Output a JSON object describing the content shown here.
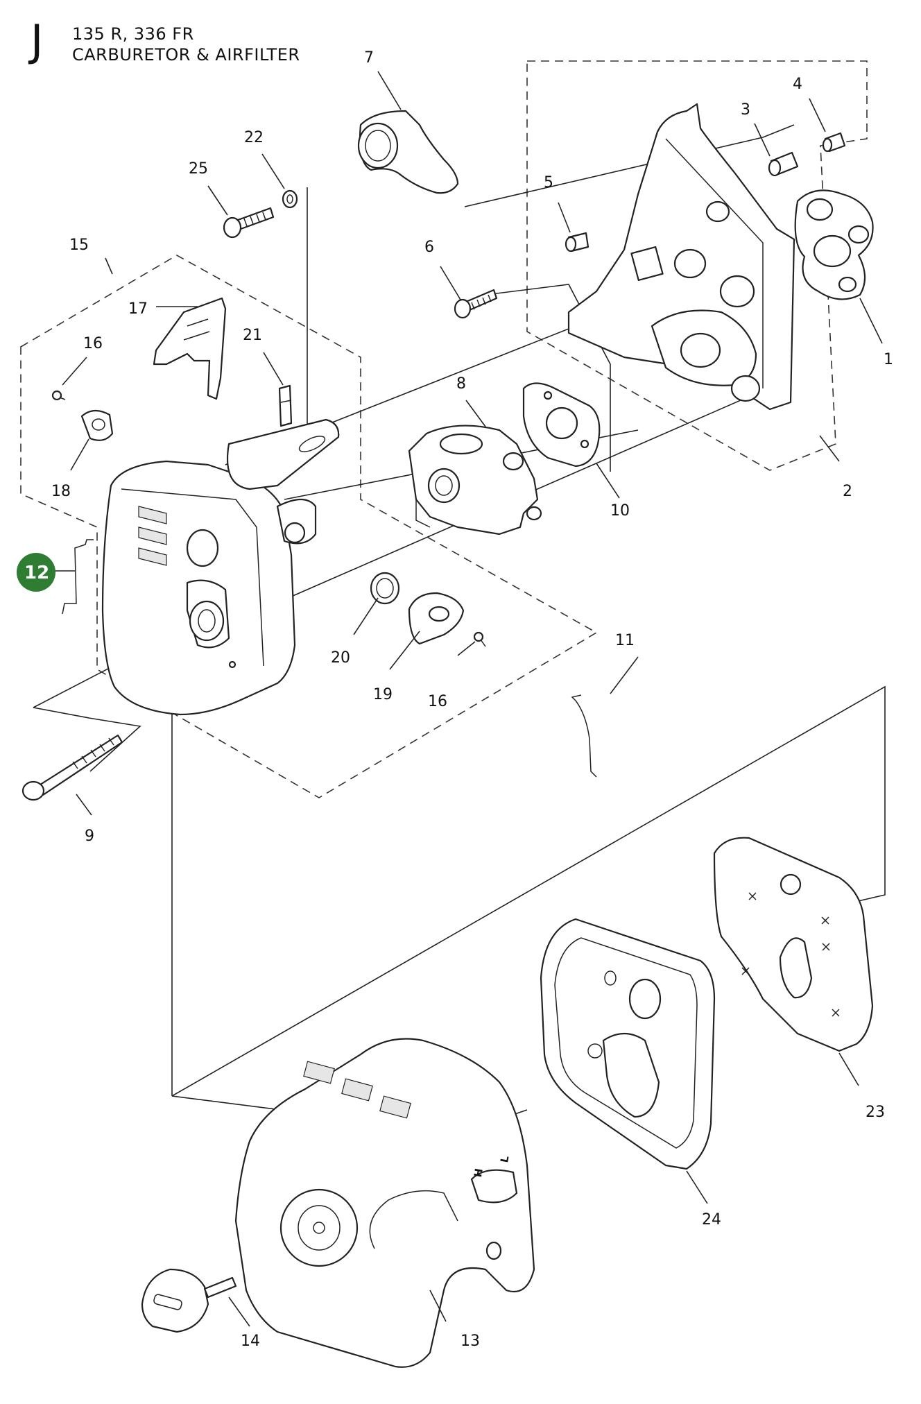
{
  "section_letter": "J",
  "model": "135 R, 336 FR",
  "title": "CARBURETOR & AIRFILTER",
  "highlight_color": "#2e7d32",
  "highlighted_callout": "12",
  "parts": [
    "1",
    "2",
    "3",
    "4",
    "5",
    "6",
    "7",
    "8",
    "9",
    "10",
    "11",
    "12",
    "13",
    "14",
    "15",
    "16",
    "16",
    "17",
    "18",
    "19",
    "20",
    "21",
    "22",
    "23",
    "24",
    "25"
  ],
  "cover_adjust_marks": [
    "H",
    "L"
  ]
}
